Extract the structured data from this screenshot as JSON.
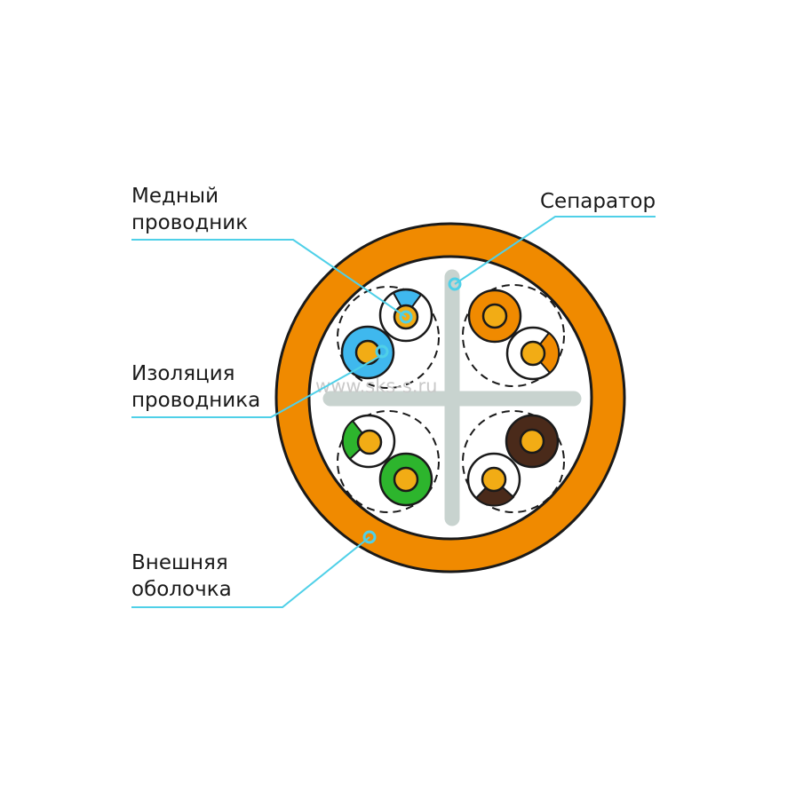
{
  "labels": {
    "copper_conductor": [
      "Медный",
      "проводник"
    ],
    "separator": [
      "Сепаратор"
    ],
    "insulation": [
      "Изоляция",
      "проводника"
    ],
    "outer_jacket": [
      "Внешняя",
      "оболочка"
    ]
  },
  "watermark": "www.sks-s.ru",
  "colors": {
    "leader_line": "#4fd0e8",
    "jacket": "#f08a00",
    "separator": "#c8d3cf",
    "copper": "#f2ac15",
    "outline": "#1a1a1a",
    "pair_blue": "#3fb8ee",
    "pair_orange": "#f08a00",
    "pair_green": "#2db52d",
    "pair_brown": "#4a2a1a"
  },
  "pairs": [
    {
      "name": "blue",
      "solid": "pair_blue"
    },
    {
      "name": "orange",
      "solid": "pair_orange"
    },
    {
      "name": "green",
      "solid": "pair_green"
    },
    {
      "name": "brown",
      "solid": "pair_brown"
    }
  ]
}
